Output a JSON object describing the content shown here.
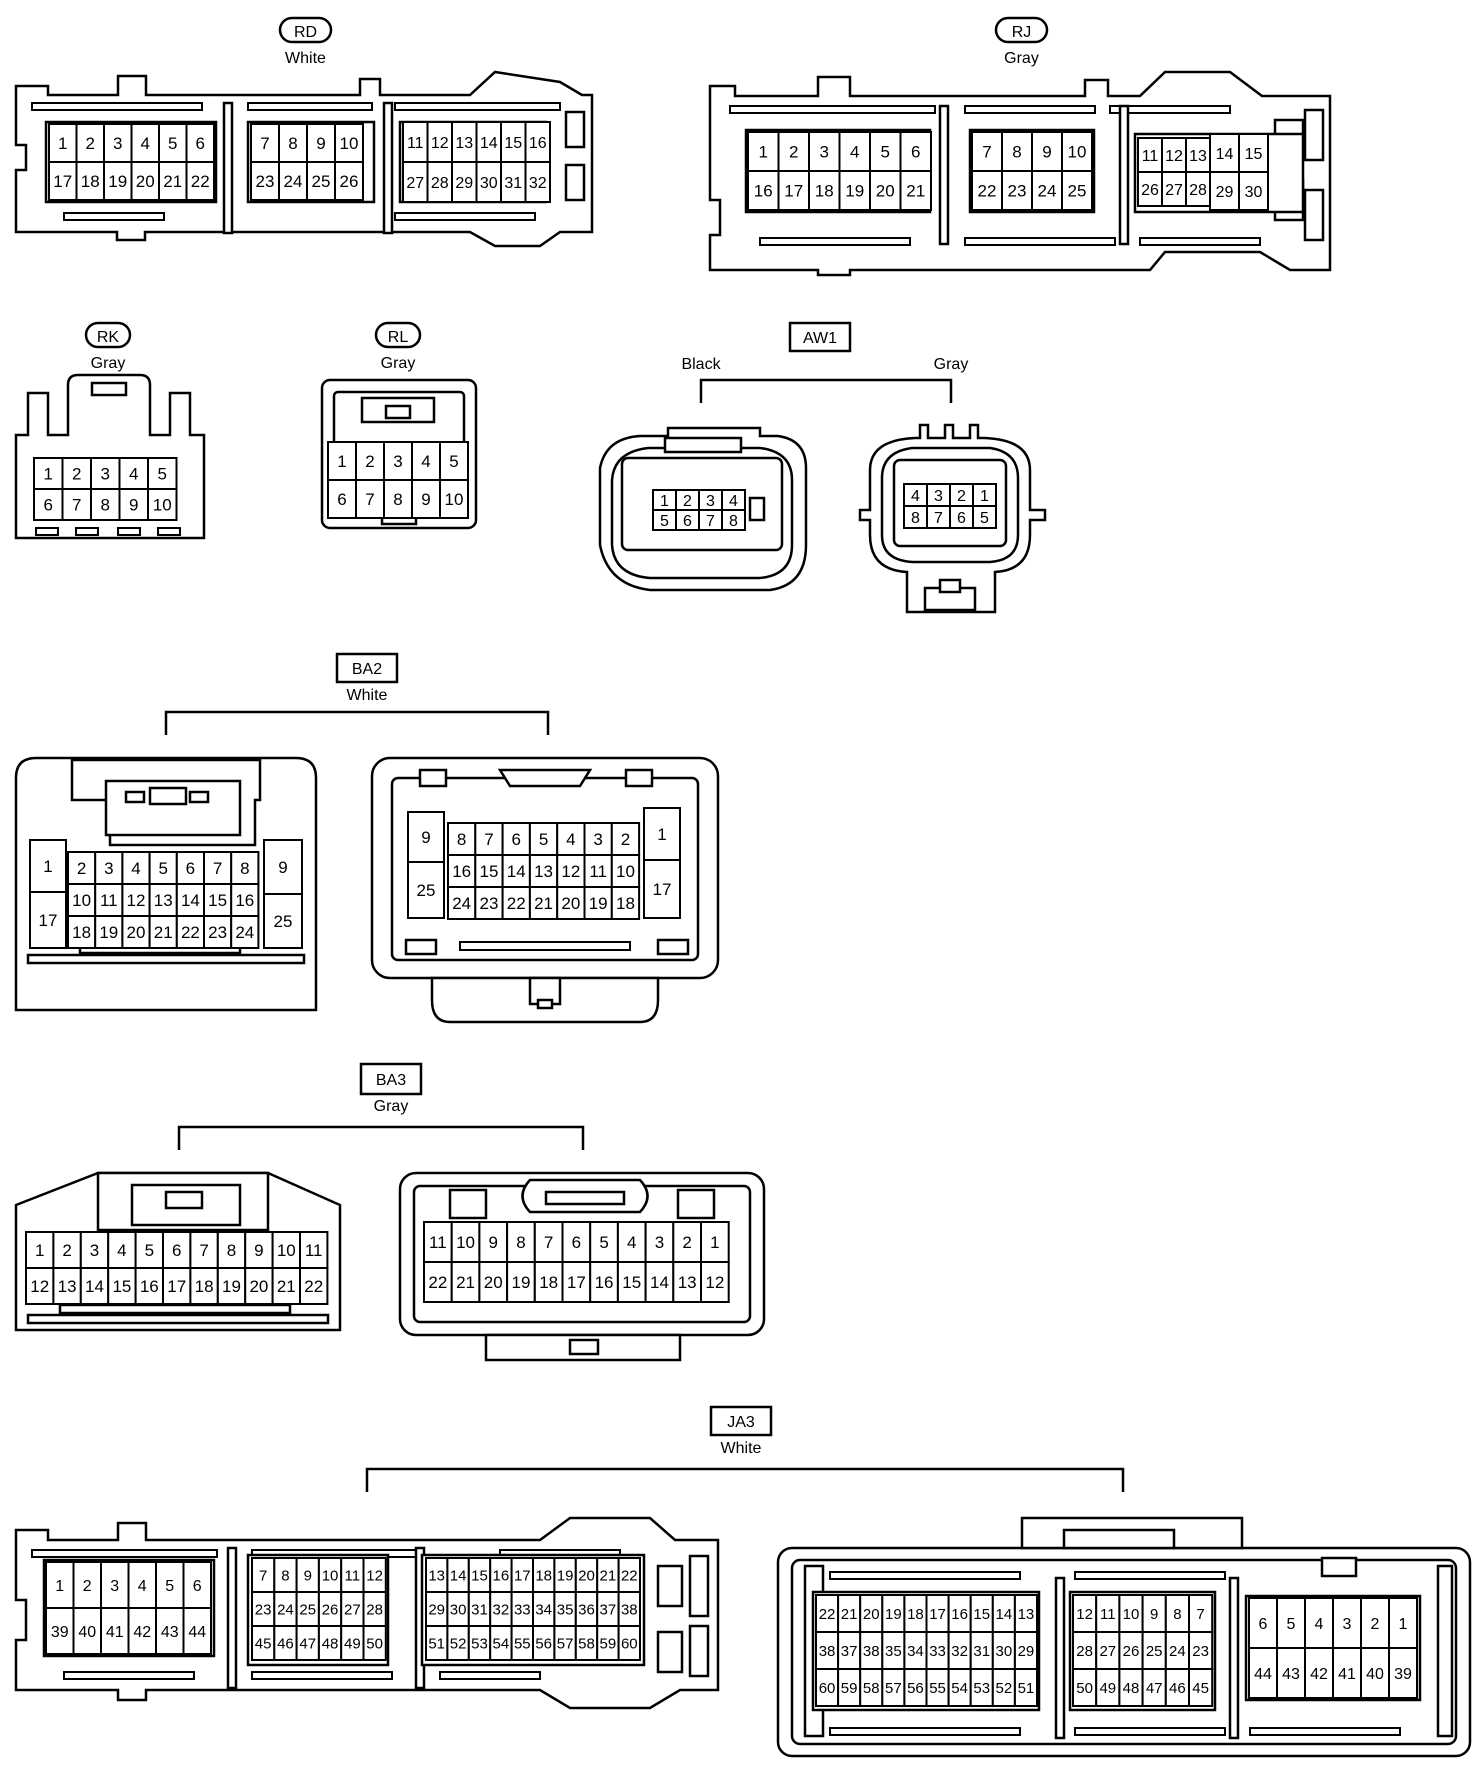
{
  "connectors": [
    {
      "id": "rd",
      "code": "RD",
      "color_label": "White",
      "label_style": "rounded",
      "blocks": [
        {
          "rows": [
            [
              "1",
              "2",
              "3",
              "4",
              "5",
              "6"
            ],
            [
              "17",
              "18",
              "19",
              "20",
              "21",
              "22"
            ]
          ]
        },
        {
          "rows": [
            [
              "7",
              "8",
              "9",
              "10"
            ],
            [
              "23",
              "24",
              "25",
              "26"
            ]
          ]
        },
        {
          "rows": [
            [
              "11",
              "12",
              "13",
              "14",
              "15",
              "16"
            ],
            [
              "27",
              "28",
              "29",
              "30",
              "31",
              "32"
            ]
          ]
        }
      ]
    },
    {
      "id": "rj",
      "code": "RJ",
      "color_label": "Gray",
      "label_style": "rounded",
      "blocks": [
        {
          "rows": [
            [
              "1",
              "2",
              "3",
              "4",
              "5",
              "6"
            ],
            [
              "16",
              "17",
              "18",
              "19",
              "20",
              "21"
            ]
          ]
        },
        {
          "rows": [
            [
              "7",
              "8",
              "9",
              "10"
            ],
            [
              "22",
              "23",
              "24",
              "25"
            ]
          ]
        },
        {
          "rows": [
            [
              "11",
              "12",
              "13",
              "14",
              "15"
            ],
            [
              "26",
              "27",
              "28",
              "29",
              "30"
            ]
          ]
        }
      ]
    },
    {
      "id": "rk",
      "code": "RK",
      "color_label": "Gray",
      "label_style": "rounded",
      "blocks": [
        {
          "rows": [
            [
              "1",
              "2",
              "3",
              "4",
              "5"
            ],
            [
              "6",
              "7",
              "8",
              "9",
              "10"
            ]
          ]
        }
      ]
    },
    {
      "id": "rl",
      "code": "RL",
      "color_label": "Gray",
      "label_style": "rounded",
      "blocks": [
        {
          "rows": [
            [
              "1",
              "2",
              "3",
              "4",
              "5"
            ],
            [
              "6",
              "7",
              "8",
              "9",
              "10"
            ]
          ]
        }
      ]
    },
    {
      "id": "aw1",
      "code": "AW1",
      "label_style": "box",
      "sides": [
        {
          "color_label": "Black",
          "rows": [
            [
              "1",
              "2",
              "3",
              "4"
            ],
            [
              "5",
              "6",
              "7",
              "8"
            ]
          ]
        },
        {
          "color_label": "Gray",
          "rows": [
            [
              "4",
              "3",
              "2",
              "1"
            ],
            [
              "8",
              "7",
              "6",
              "5"
            ]
          ]
        }
      ]
    },
    {
      "id": "ba2",
      "code": "BA2",
      "color_label": "White",
      "label_style": "box",
      "sides": [
        {
          "left": [
            "1",
            "17"
          ],
          "right": [
            "9",
            "25"
          ],
          "rows": [
            [
              "2",
              "3",
              "4",
              "5",
              "6",
              "7",
              "8"
            ],
            [
              "10",
              "11",
              "12",
              "13",
              "14",
              "15",
              "16"
            ],
            [
              "18",
              "19",
              "20",
              "21",
              "22",
              "23",
              "24"
            ]
          ]
        },
        {
          "left": [
            "9",
            "25"
          ],
          "right": [
            "1",
            "17"
          ],
          "rows": [
            [
              "8",
              "7",
              "6",
              "5",
              "4",
              "3",
              "2"
            ],
            [
              "16",
              "15",
              "14",
              "13",
              "12",
              "11",
              "10"
            ],
            [
              "24",
              "23",
              "22",
              "21",
              "20",
              "19",
              "18"
            ]
          ]
        }
      ]
    },
    {
      "id": "ba3",
      "code": "BA3",
      "color_label": "Gray",
      "label_style": "box",
      "sides": [
        {
          "rows": [
            [
              "1",
              "2",
              "3",
              "4",
              "5",
              "6",
              "7",
              "8",
              "9",
              "10",
              "11"
            ],
            [
              "12",
              "13",
              "14",
              "15",
              "16",
              "17",
              "18",
              "19",
              "20",
              "21",
              "22"
            ]
          ]
        },
        {
          "rows": [
            [
              "11",
              "10",
              "9",
              "8",
              "7",
              "6",
              "5",
              "4",
              "3",
              "2",
              "1"
            ],
            [
              "22",
              "21",
              "20",
              "19",
              "18",
              "17",
              "16",
              "15",
              "14",
              "13",
              "12"
            ]
          ]
        }
      ]
    },
    {
      "id": "ja3",
      "code": "JA3",
      "color_label": "White",
      "label_style": "box",
      "sides": [
        {
          "blocks": [
            {
              "rows": [
                [
                  "1",
                  "2",
                  "3",
                  "4",
                  "5",
                  "6"
                ],
                [
                  "39",
                  "40",
                  "41",
                  "42",
                  "43",
                  "44"
                ]
              ]
            },
            {
              "rows": [
                [
                  "7",
                  "8",
                  "9",
                  "10",
                  "11",
                  "12"
                ],
                [
                  "23",
                  "24",
                  "25",
                  "26",
                  "27",
                  "28"
                ],
                [
                  "45",
                  "46",
                  "47",
                  "48",
                  "49",
                  "50"
                ]
              ]
            },
            {
              "rows": [
                [
                  "13",
                  "14",
                  "15",
                  "16",
                  "17",
                  "18",
                  "19",
                  "20",
                  "21",
                  "22"
                ],
                [
                  "29",
                  "30",
                  "31",
                  "32",
                  "33",
                  "34",
                  "35",
                  "36",
                  "37",
                  "38"
                ],
                [
                  "51",
                  "52",
                  "53",
                  "54",
                  "55",
                  "56",
                  "57",
                  "58",
                  "59",
                  "60"
                ]
              ]
            }
          ]
        },
        {
          "blocks": [
            {
              "rows": [
                [
                  "22",
                  "21",
                  "20",
                  "19",
                  "18",
                  "17",
                  "16",
                  "15",
                  "14",
                  "13"
                ],
                [
                  "38",
                  "37",
                  "38",
                  "35",
                  "34",
                  "33",
                  "32",
                  "31",
                  "30",
                  "29"
                ],
                [
                  "60",
                  "59",
                  "58",
                  "57",
                  "56",
                  "55",
                  "54",
                  "53",
                  "52",
                  "51"
                ]
              ]
            },
            {
              "rows": [
                [
                  "12",
                  "11",
                  "10",
                  "9",
                  "8",
                  "7"
                ],
                [
                  "28",
                  "27",
                  "26",
                  "25",
                  "24",
                  "23"
                ],
                [
                  "50",
                  "49",
                  "48",
                  "47",
                  "46",
                  "45"
                ]
              ]
            },
            {
              "rows": [
                [
                  "6",
                  "5",
                  "4",
                  "3",
                  "2",
                  "1"
                ],
                [
                  "44",
                  "43",
                  "42",
                  "41",
                  "40",
                  "39"
                ]
              ]
            }
          ]
        }
      ]
    }
  ]
}
